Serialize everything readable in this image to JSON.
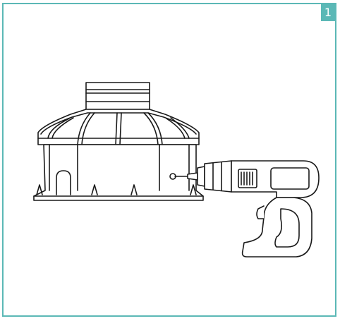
{
  "step": {
    "number": "1"
  },
  "colors": {
    "accent": "#5bb8b6",
    "line": "#1a1a1a",
    "fill": "#ffffff"
  },
  "illustration": {
    "subject": "box-with-dome-lid",
    "tool": "cordless-drill",
    "action": "drilling-hole-in-box-side"
  }
}
